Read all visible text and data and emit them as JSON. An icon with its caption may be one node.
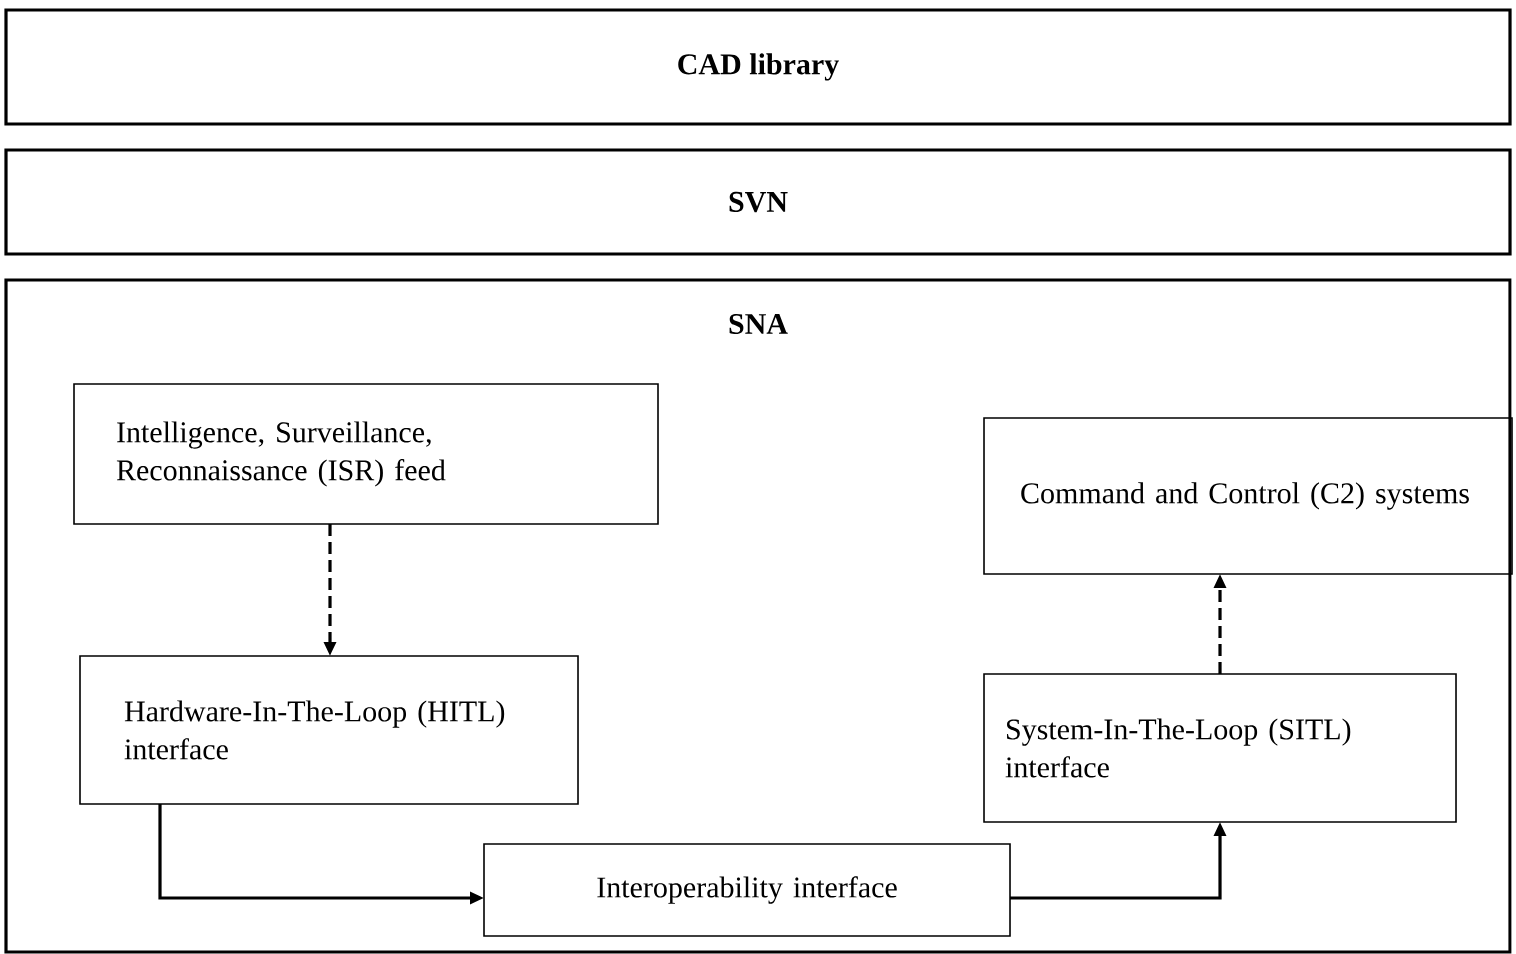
{
  "diagram": {
    "nodes": [
      {
        "text": [
          "CAD library"
        ]
      },
      {
        "text": [
          "SVN"
        ]
      },
      {
        "text": [
          "SNA"
        ]
      },
      {
        "text": [
          "Intelligence, Surveillance, Reconnaissance (ISR) feed"
        ],
        "in": 2
      },
      {
        "text": [
          "Command and Control (C2) systems"
        ],
        "in": 2
      },
      {
        "text": [
          "Hardware-In-The-Loop (HITL) interface"
        ],
        "in": 2
      },
      {
        "text": [
          "System-In-The-Loop (SITL) interface"
        ],
        "in": 2
      },
      {
        "text": [
          "Interoperability interface"
        ],
        "in": 2
      }
    ],
    "edges": [
      {
        "from": 3,
        "to": 5,
        "arrow": "to",
        "style": "dashed"
      },
      {
        "from": 5,
        "to": 7,
        "arrow": "to"
      },
      {
        "from": 7,
        "to": 6,
        "arrow": "to"
      },
      {
        "from": 6,
        "to": 4,
        "arrow": "to",
        "style": "dashed"
      }
    ]
  }
}
